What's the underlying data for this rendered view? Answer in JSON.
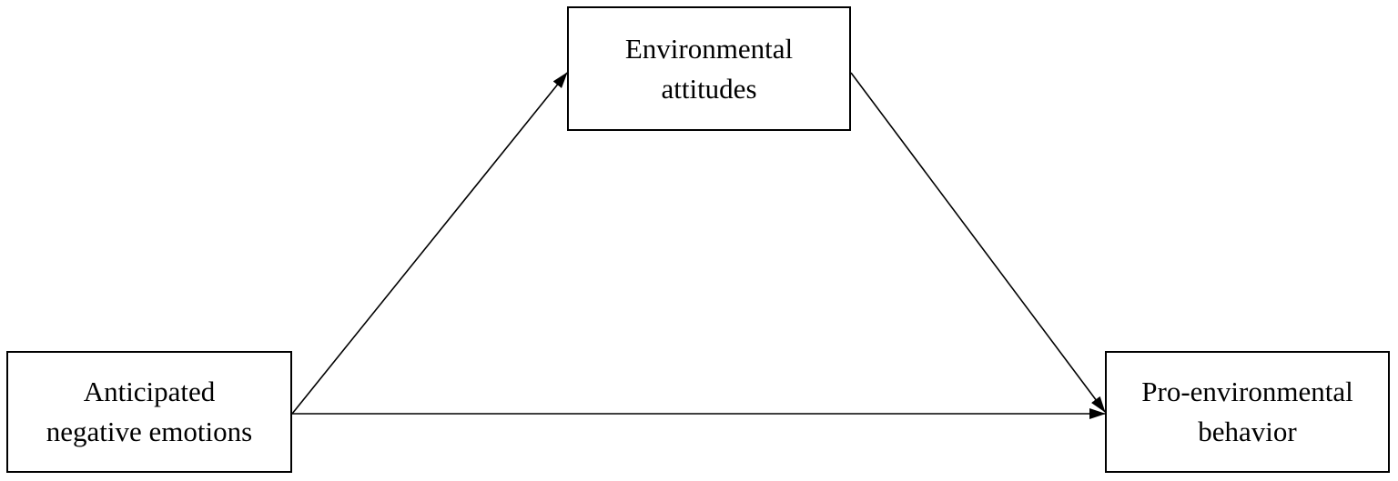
{
  "diagram": {
    "nodes": {
      "attitudes": {
        "lines": [
          "Environmental",
          "attitudes"
        ]
      },
      "emotions": {
        "lines": [
          "Anticipated",
          "negative emotions"
        ]
      },
      "behavior": {
        "lines": [
          "Pro-environmental",
          "behavior"
        ]
      }
    },
    "edges": [
      {
        "from": "emotions",
        "to": "attitudes"
      },
      {
        "from": "attitudes",
        "to": "behavior"
      },
      {
        "from": "emotions",
        "to": "behavior"
      }
    ],
    "colors": {
      "stroke": "#000000",
      "background": "#ffffff"
    }
  }
}
